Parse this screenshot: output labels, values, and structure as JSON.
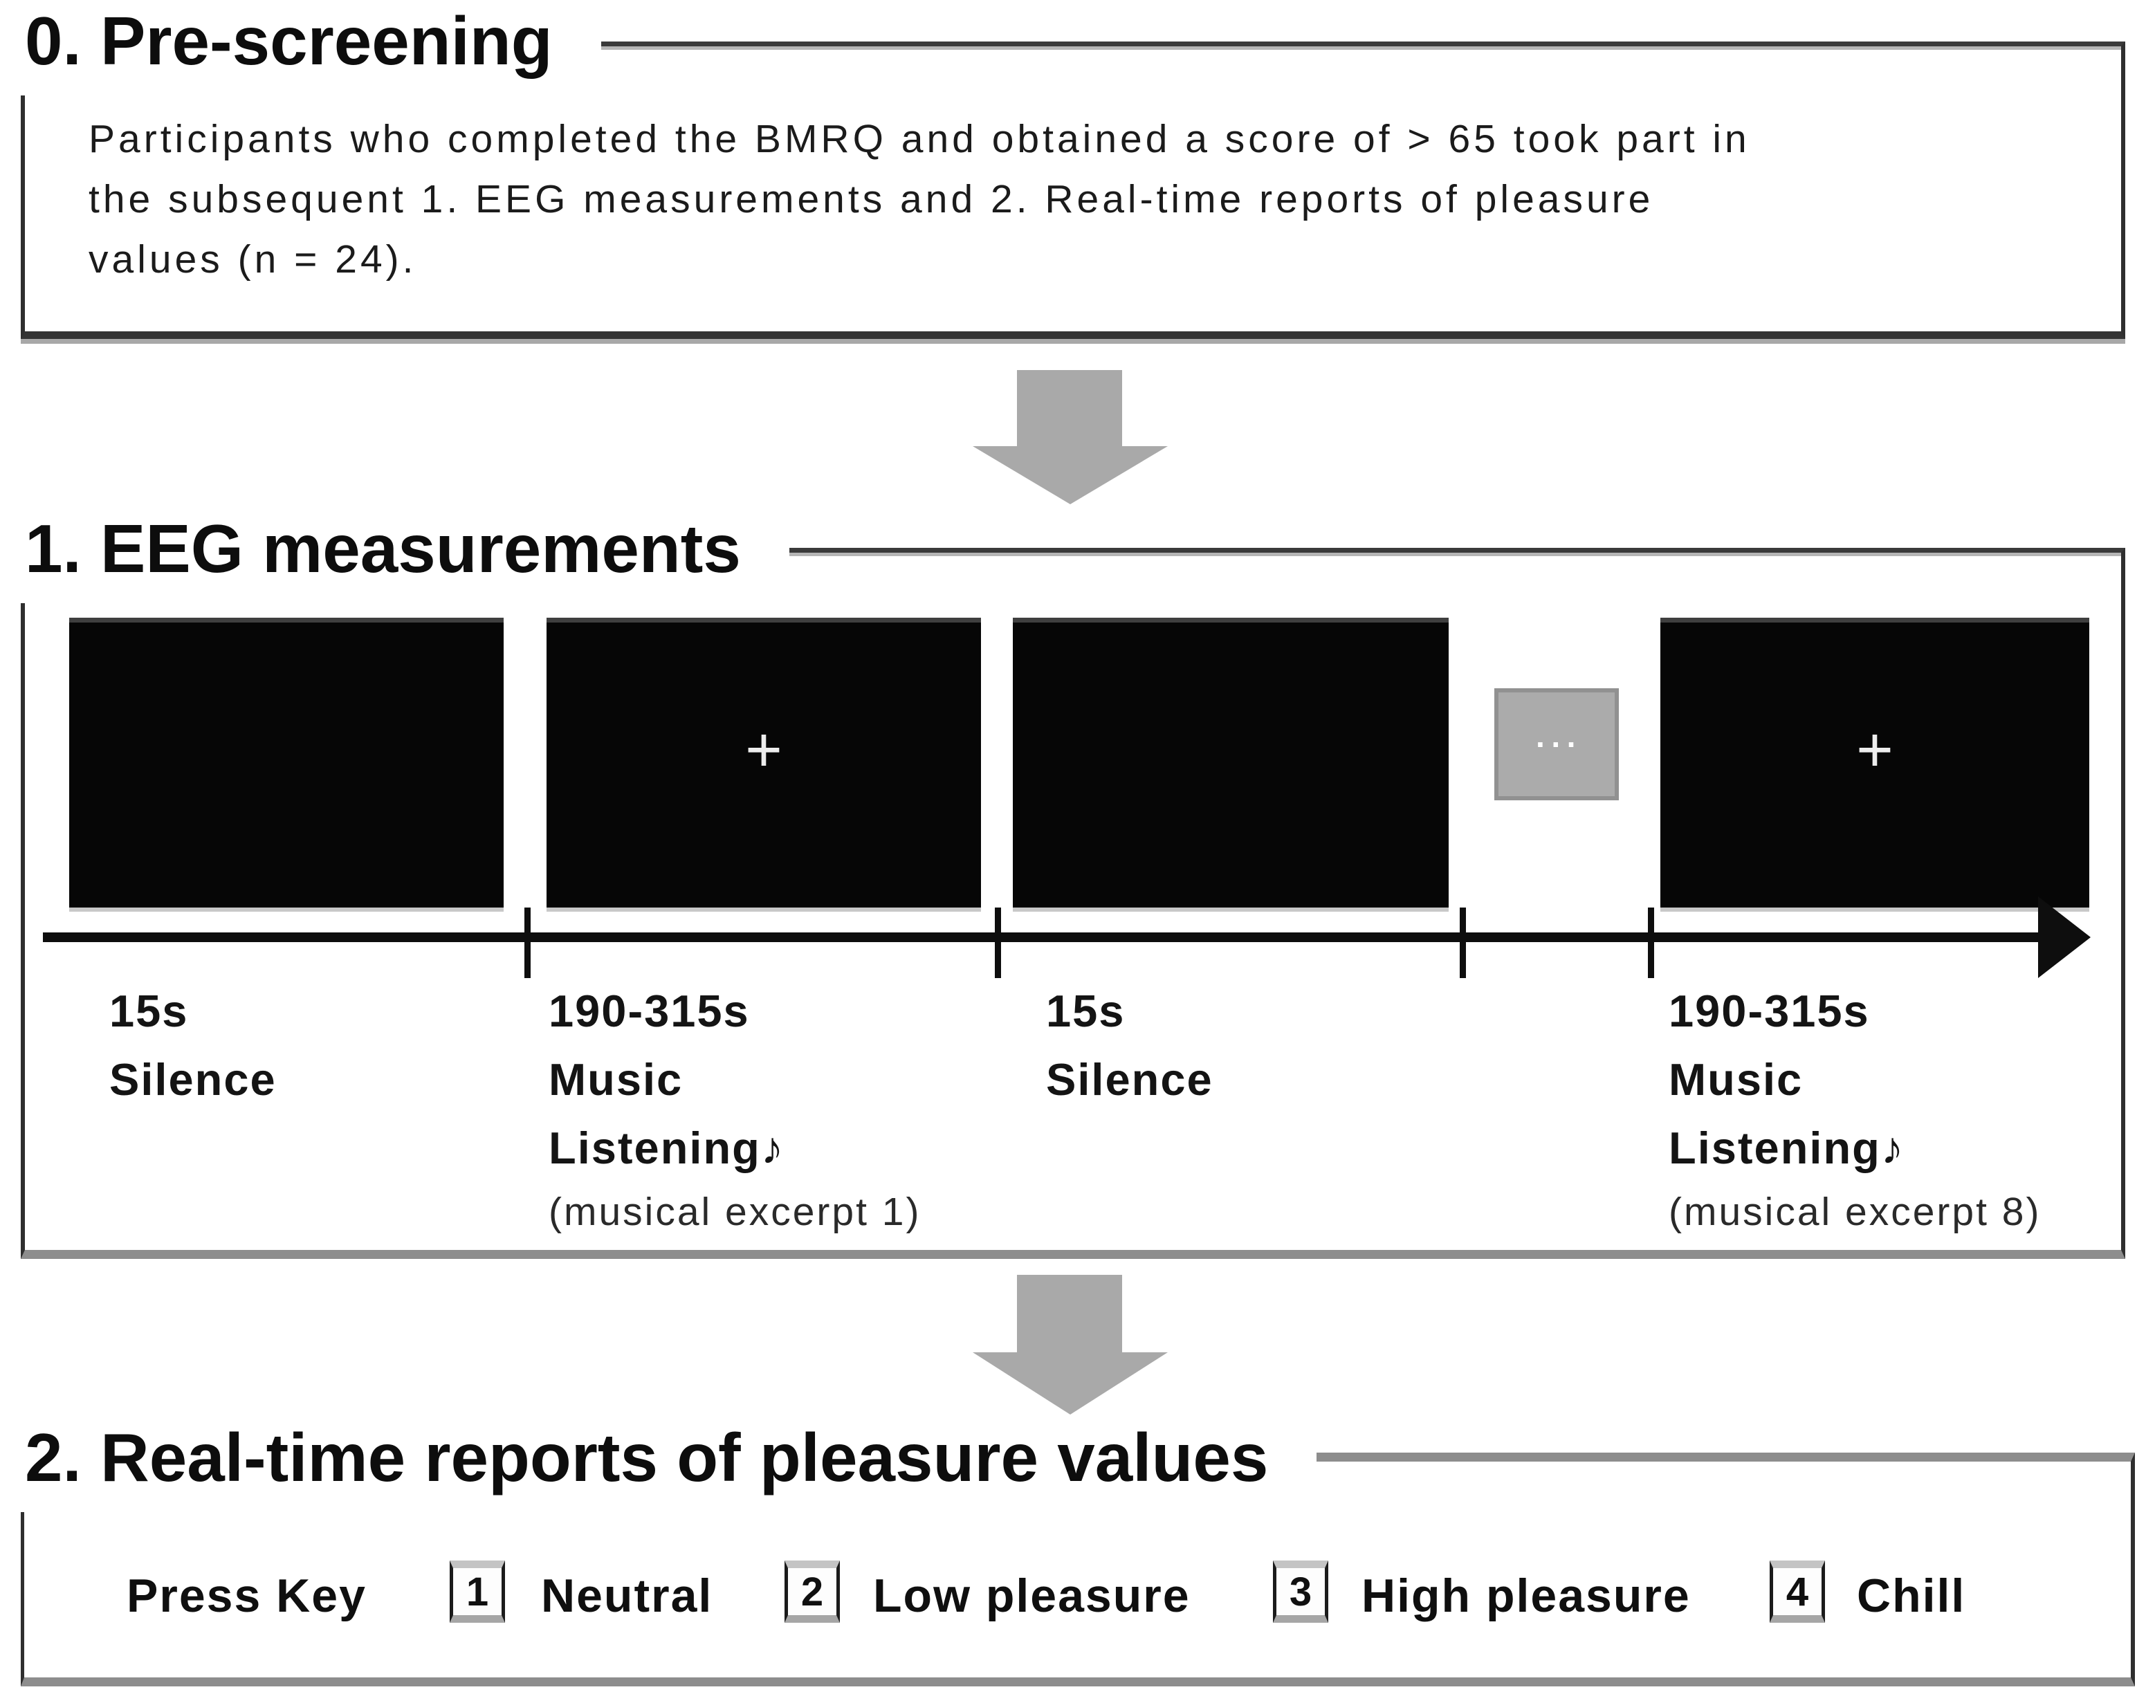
{
  "colors": {
    "ink": "#101010",
    "border_dark": "#2f2f2f",
    "border_gray": "#8d8d8d",
    "arrow_gray": "#a9a9a9",
    "screen_black": "#060606"
  },
  "prescreening": {
    "title": "0. Pre-screening",
    "line1": "Participants who completed the BMRQ and obtained a score of > 65 took part in",
    "line2": "the subsequent 1. EEG measurements and 2. Real-time reports of pleasure",
    "line3": "values (n = 24)."
  },
  "eeg": {
    "title": "1. EEG measurements",
    "fixation_cross": "+",
    "ellipsis": "···",
    "music_note": "♪",
    "segments": [
      {
        "duration": "15s",
        "line2": "Silence",
        "line3": "",
        "note": ""
      },
      {
        "duration": "190-315s",
        "line2": "Music",
        "line3": "Listening",
        "note": "(musical excerpt 1)"
      },
      {
        "duration": "15s",
        "line2": "Silence",
        "line3": "",
        "note": ""
      },
      {
        "duration": "190-315s",
        "line2": "Music",
        "line3": "Listening",
        "note": "(musical excerpt 8)"
      }
    ]
  },
  "reports": {
    "title": "2. Real-time reports of pleasure values",
    "press_key": "Press Key",
    "keys": [
      {
        "num": "1",
        "label": "Neutral"
      },
      {
        "num": "2",
        "label": "Low pleasure"
      },
      {
        "num": "3",
        "label": "High pleasure"
      },
      {
        "num": "4",
        "label": "Chill"
      }
    ]
  }
}
